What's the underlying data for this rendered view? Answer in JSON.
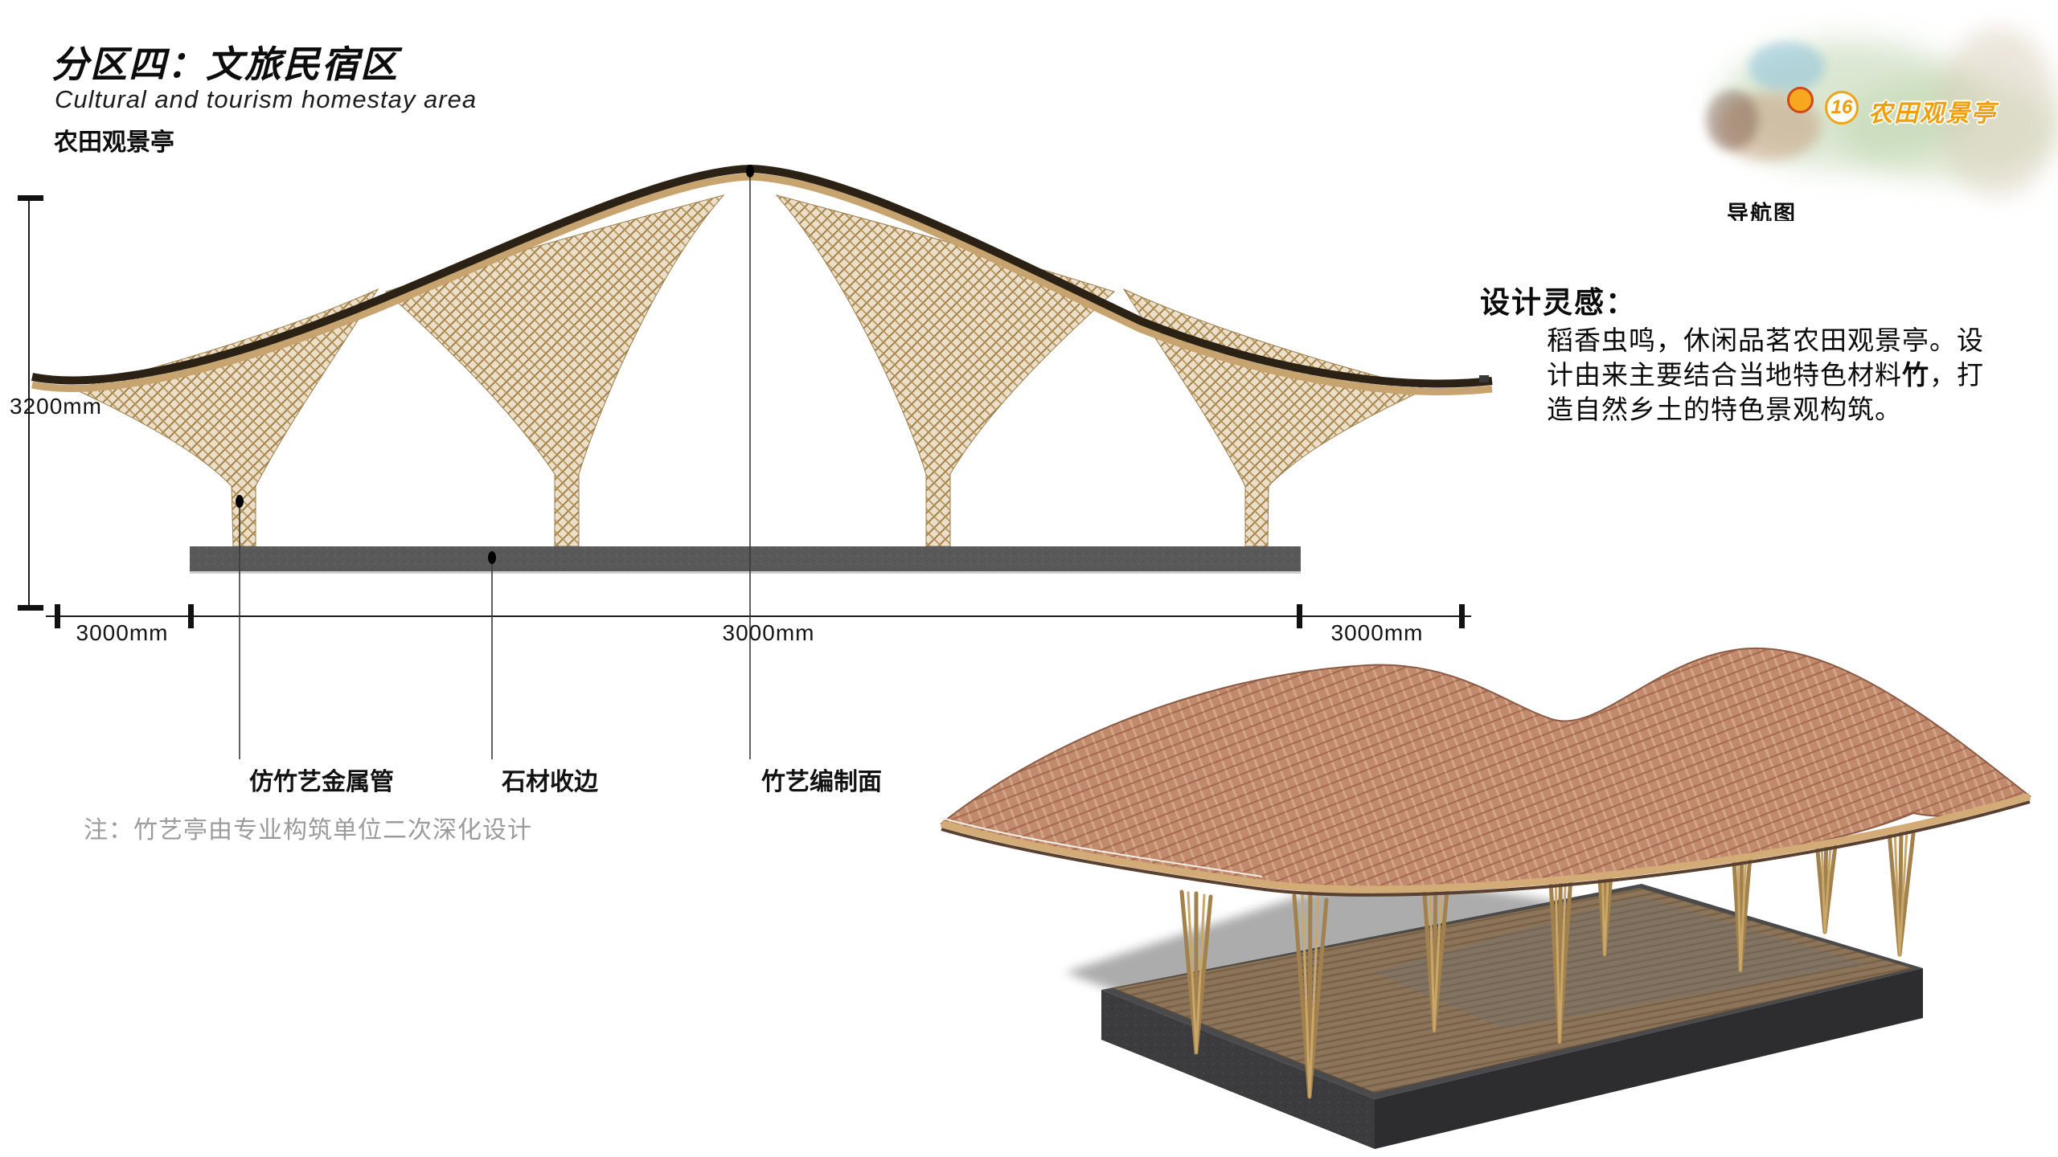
{
  "header": {
    "title": "分区四：文旅民宿区",
    "subtitle": "Cultural and tourism homestay area",
    "section": "农田观景亭"
  },
  "elevation": {
    "dim_height": "3200mm",
    "dim_spans": [
      "3000mm",
      "3000mm",
      "3000mm"
    ],
    "callouts": [
      "仿竹艺金属管",
      "石材收边",
      "竹艺编制面"
    ],
    "note": "注：竹艺亭由专业构筑单位二次深化设计"
  },
  "inspiration": {
    "heading": "设计灵感：",
    "line1": "稻香虫鸣，休闲品茗农田观景亭。设",
    "line2_pre": "计由来主要结合当地特色材料",
    "line2_bold": "竹",
    "line2_post": "，打",
    "line3": "造自然乡土的特色景观构筑。"
  },
  "nav": {
    "marker_number": "16",
    "marker_label": "农田观景亭",
    "caption": "导航图",
    "marker_color": "#f7a81f",
    "marker_border": "#cf4a1a",
    "label_color": "#efa011"
  },
  "colors": {
    "bamboo": "#c1a06a",
    "bamboo_dark": "#97773f",
    "roof_band_dark": "#2c2115",
    "roof_band_tan": "#c7a36f",
    "slab_gray": "#595959",
    "render_roof": "#c28a6c",
    "deck_wood": "#8a7258",
    "base_concrete": "#3a3a3c"
  }
}
